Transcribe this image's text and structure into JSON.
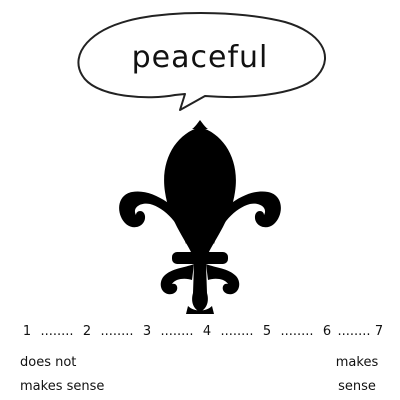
{
  "thought_bubble": {
    "word": "peaceful"
  },
  "symbol": {
    "icon": "fleur-de-lis-icon"
  },
  "rating_scale": {
    "points": [
      "1",
      "2",
      "3",
      "4",
      "5",
      "6",
      "7"
    ],
    "separator": "........",
    "left_anchor": {
      "line1": "does not",
      "line2": "makes sense"
    },
    "right_anchor": {
      "line1": "makes",
      "line2": "sense"
    }
  }
}
